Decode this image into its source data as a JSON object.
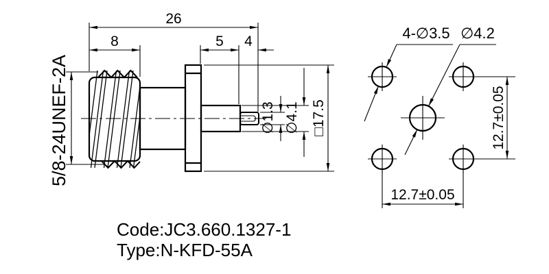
{
  "side_view": {
    "total_length": "26",
    "thread_length": "8",
    "body_length": "5",
    "pin_length": "4",
    "thread_spec": "5/8-24UNEF-2A",
    "pin_diameter": "∅1.3",
    "barrel_diameter": "∅4.1",
    "flange_square": "□17.5"
  },
  "face_view": {
    "corner_holes": "4-∅3.5",
    "center_hole": "∅4.2",
    "hole_pitch_vertical": "12.7±0.05",
    "hole_pitch_horizontal": "12.7±0.05"
  },
  "footer": {
    "code": "Code:JC3.660.1327-1",
    "type": "Type:N-KFD-55A"
  },
  "colors": {
    "line": "#000000",
    "background": "#ffffff"
  }
}
